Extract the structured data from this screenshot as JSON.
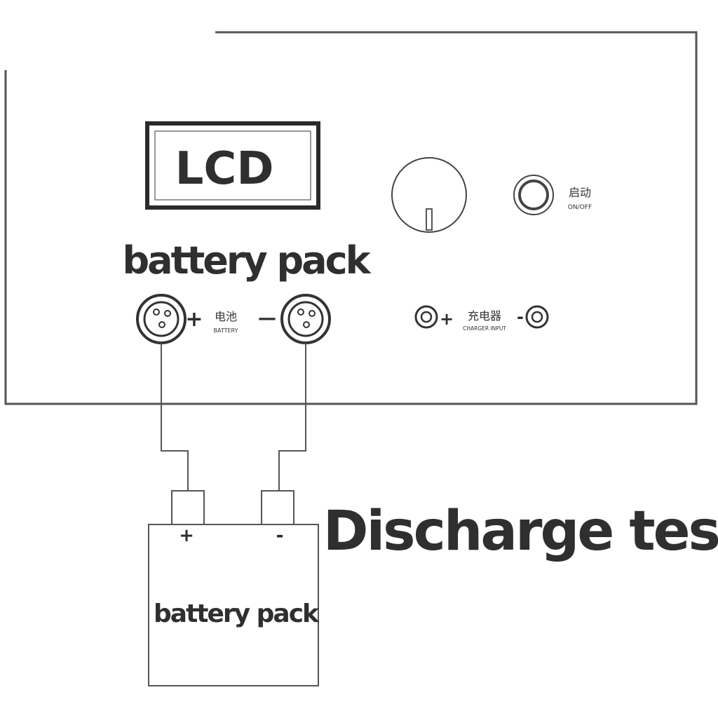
{
  "panel": {
    "lcd_label": "LCD",
    "battery_pack_label": "battery pack",
    "battery_port": {
      "plus": "+",
      "minus": "—",
      "label_cn": "电池",
      "label_en": "BATTERY"
    },
    "start_button": {
      "label_cn": "启动",
      "label_en": "ON/OFF"
    },
    "charger_port": {
      "plus": "+",
      "minus": "-",
      "label_cn": "充电器",
      "label_en": "CHARGER INPUT"
    }
  },
  "battery": {
    "label": "battery pack",
    "plus": "+",
    "minus": "-"
  },
  "caption": "Discharge test",
  "colors": {
    "line": "#555555",
    "text": "#2f2f2f",
    "background": "#ffffff"
  }
}
